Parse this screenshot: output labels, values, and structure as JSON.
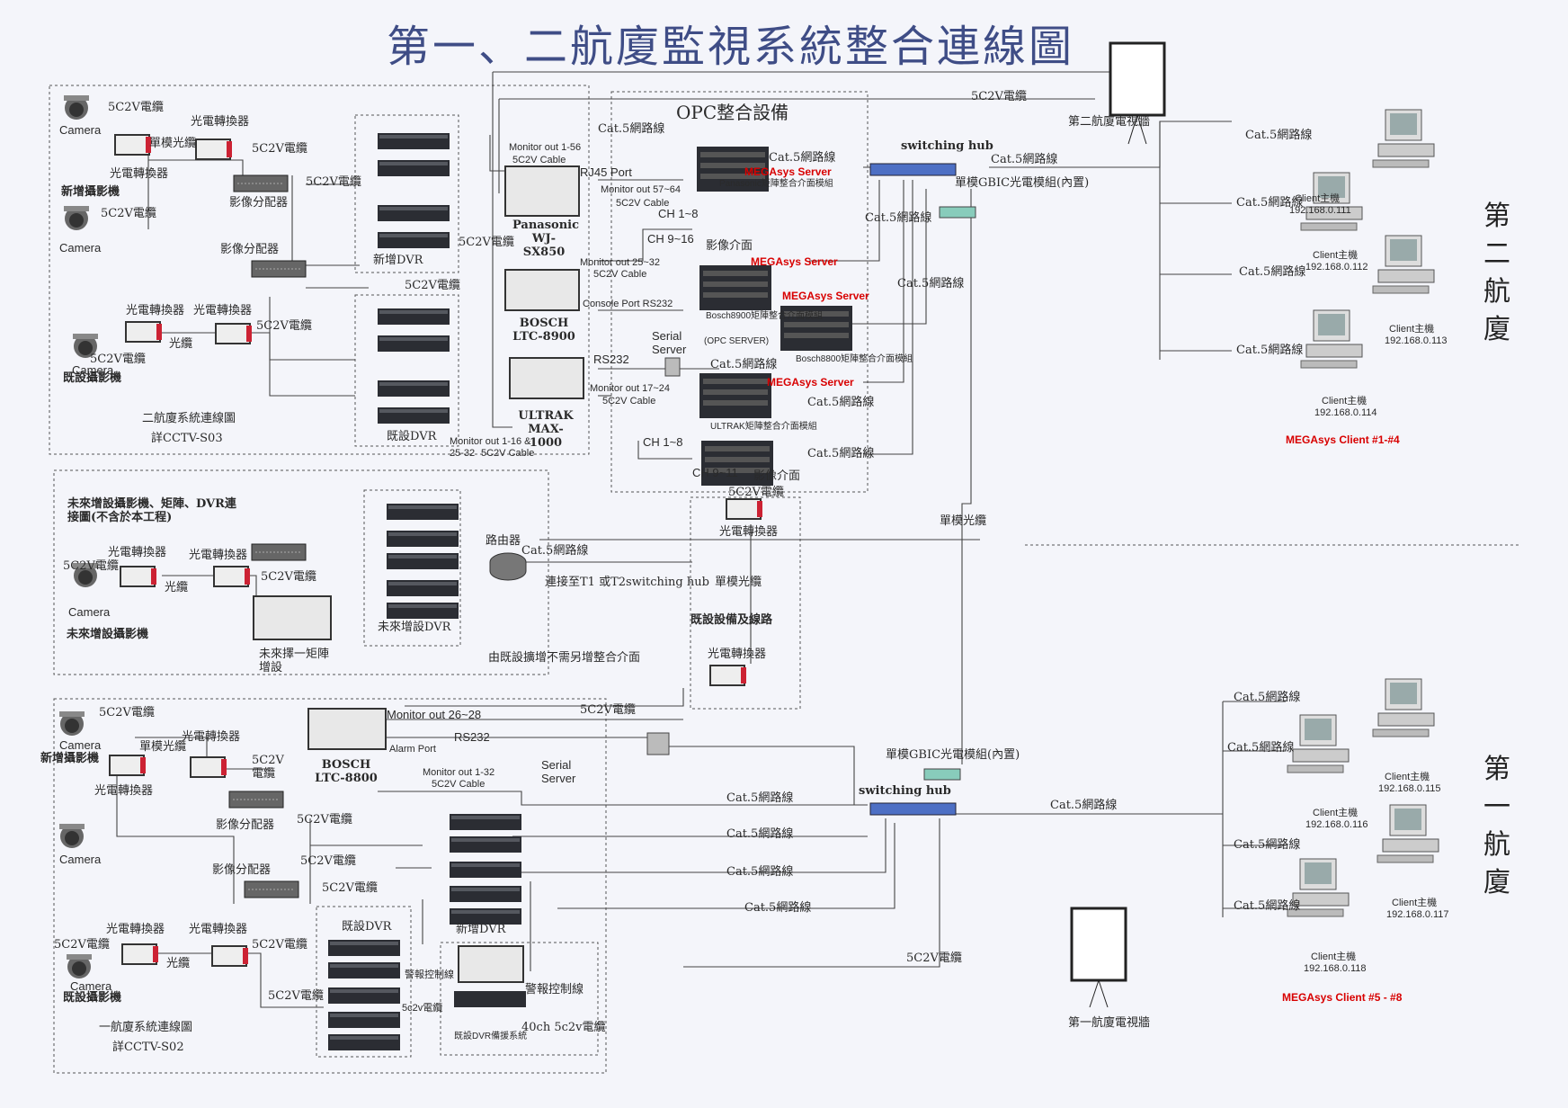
{
  "title": "第一、二航廈監視系統整合連線圖",
  "side_labels": {
    "t2": "第二航廈",
    "t1": "第一航廈"
  },
  "opc": {
    "title": "OPC整合設備"
  },
  "labels": {
    "cable_5c2v": "5C2V電纜",
    "cat5": "Cat.5網路線",
    "camera": "Camera",
    "new_camera": "新增攝影機",
    "existing_camera": "既設攝影機",
    "future_camera": "未來增設攝影機",
    "converter": "光電轉換器",
    "single_mode": "單模光纜",
    "single_mode_short": "單模光纜",
    "fiber": "光纜",
    "splitter": "影像分配器",
    "new_dvr": "新增DVR",
    "existing_dvr": "既設DVR",
    "future_dvr": "未來增設DVR",
    "switching_hub": "switching hub",
    "gbic": "單模GBIC光電模組(內置)",
    "rs232": "RS232",
    "rj45": "RJ45 Port",
    "console": "Console Port RS232",
    "alarm_port": "Alarm Port",
    "serial_server": "Serial Server",
    "router": "路由器",
    "connect_t1t2": "連接至T1 或T2switching hub",
    "expand_note": "由既設擴增不需另增整合介面",
    "future_matrix": "未來擇一矩陣增設",
    "future_note": "未來增設攝影機、矩陣、DVR連接圖(不含於本工程)",
    "existing_lines": "既設設備及線路",
    "alarm_ctrl": "警報控制線",
    "alarm_ctrl2": "警報控制線",
    "ch40": "40ch 5c2v電纜",
    "dvr_backup": "既設DVR備援系統",
    "t2_sys": "二航廈系統連線圖",
    "t2_ref": "詳CCTV-S03",
    "t1_sys": "一航廈系統連線圖",
    "t1_ref": "詳CCTV-S02",
    "t2_wall": "第二航廈電視牆",
    "t1_wall": "第一航廈電視牆",
    "video_interface": "影像介面",
    "mon_1_56": "Monitor out 1-56",
    "cable_5c2v_en": "5C2V Cable",
    "mon_57_64": "Monitor out 57~64",
    "mon_25_32": "Monitor out 25~32",
    "mon_17_24": "Monitor out 17~24",
    "mon_1_16": "Monitor out 1-16 &",
    "mon_25_32b": "25-32",
    "mon_26_28": "Monitor out 26~28",
    "mon_1_32": "Monitor out 1-32",
    "ch_1_8": "CH 1~8",
    "ch_9_16": "CH 9~16",
    "ch_9_11": "CH 9~11",
    "panasonic_module": "Panasonic矩陣整合介面模組",
    "bosch8900_module": "Bosch8900矩陣整合介面模組",
    "opc_server": "(OPC SERVER)",
    "bosch8800_module": "Bosch8800矩陣整合介面模組",
    "ultrak_module": "ULTRAK矩陣整合介面模組",
    "client": "Client主機",
    "5c2v_cable_lc": "5c2v電纜",
    "5c2v_split": "5C2V電纜"
  },
  "devices": {
    "panasonic": "Panasonic WJ-SX850",
    "bosch8900": "BOSCH LTC-8900",
    "ultrak": "ULTRAK MAX-1000",
    "bosch8800": "BOSCH LTC-8800"
  },
  "servers": {
    "megasys": "MEGAsys Server"
  },
  "clients": {
    "group_t2": "MEGAsys Client #1-#4",
    "group_t1": "MEGAsys Client #5 - #8",
    "ips_t2": [
      "192.168.0.111",
      "192.168.0.112",
      "192.168.0.113",
      "192.168.0.114"
    ],
    "ips_t1": [
      "192.168.0.115",
      "192.168.0.116",
      "192.168.0.117",
      "192.168.0.118"
    ]
  },
  "colors": {
    "title": "#3f4d86",
    "accent_red": "#d80000",
    "line": "#444444",
    "hub": "#4d6fc4"
  }
}
